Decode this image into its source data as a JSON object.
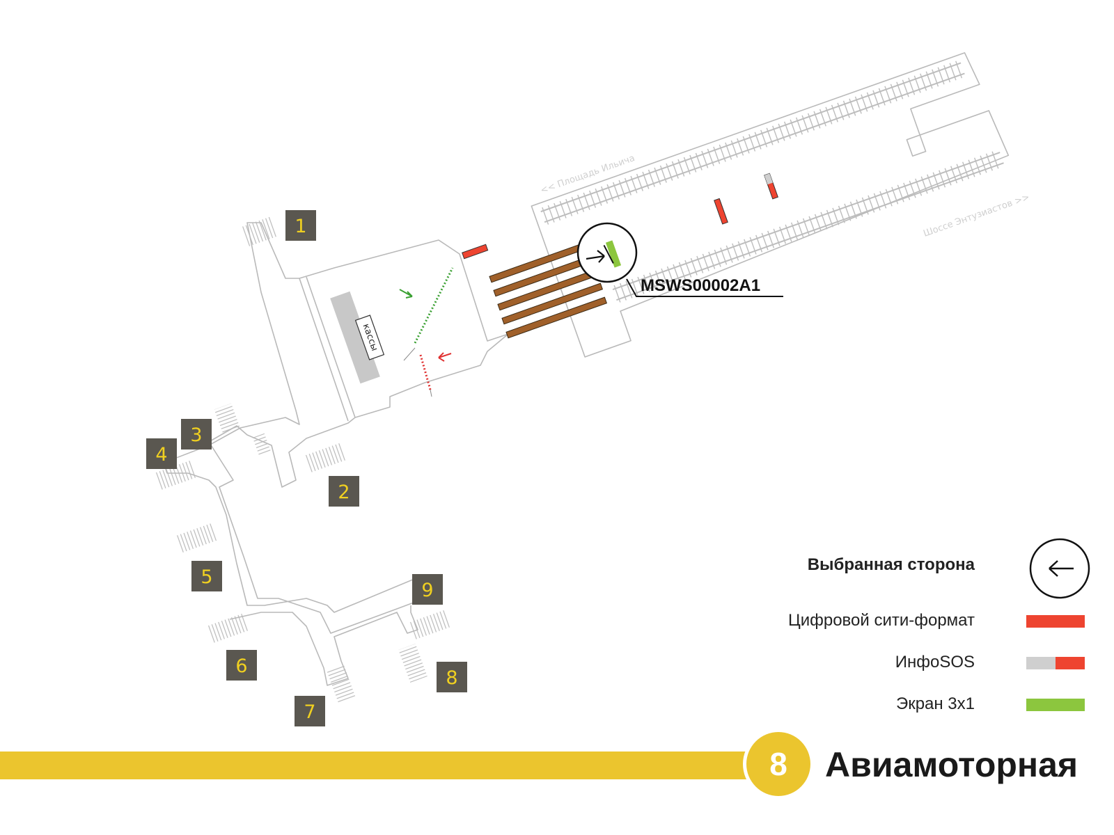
{
  "station": {
    "name": "Авиамоторная",
    "line_number": "8",
    "line_color": "#ebc52e"
  },
  "exits": [
    "1",
    "2",
    "3",
    "4",
    "5",
    "6",
    "7",
    "8",
    "9"
  ],
  "directions": {
    "upper": "<< Площадь Ильича",
    "lower": "Шоссе Энтузиастов >>"
  },
  "ticket_office": "кассы",
  "selected_code": "MSWS00002A1",
  "legend": {
    "selected_side": "Выбранная сторона",
    "items": [
      {
        "label": "Цифровой сити-формат",
        "colors": [
          "#ee4430",
          "#ee4430"
        ]
      },
      {
        "label": "ИнфоSOS",
        "colors": [
          "#cfcfcf",
          "#ee4430"
        ]
      },
      {
        "label": "Экран 3x1",
        "colors": [
          "#8cc63e",
          "#8cc63e"
        ]
      }
    ]
  },
  "colors": {
    "exit_box": "#5a5750",
    "exit_number": "#f0d020",
    "city_format": "#ee4430",
    "screen": "#8cc63e",
    "escalator": "#a0602a"
  },
  "icons": [
    "arrow-left-icon",
    "arrow-right-icon",
    "green-direction-arrow-icon",
    "red-direction-arrow-icon"
  ]
}
